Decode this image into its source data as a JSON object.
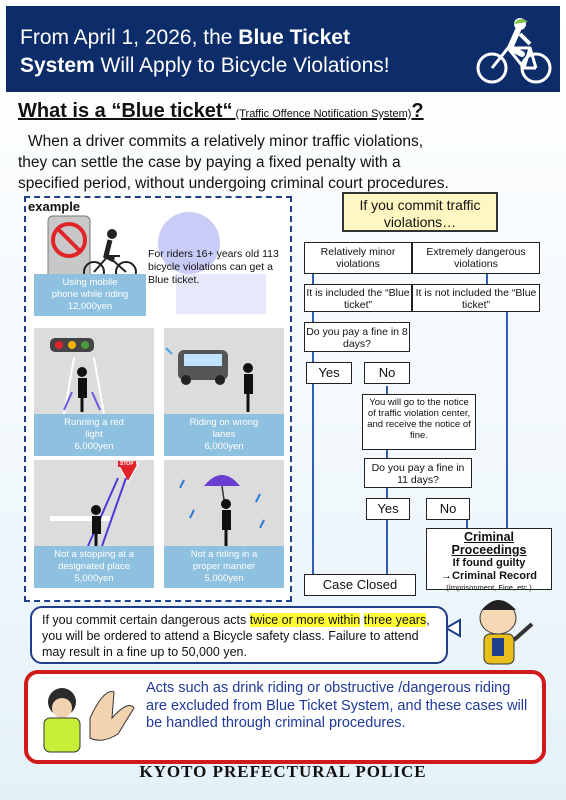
{
  "banner": {
    "line1_pre": "From  April  1, 2026, the ",
    "line1_bold": "Blue Ticket",
    "line2_bold": "System",
    "line2_post": " Will Apply to Bicycle Violations!"
  },
  "section_title": {
    "main": "What is a “Blue ticket“",
    "sub": " (Traffic Offence Notification System)",
    "mark": "?"
  },
  "intro": {
    "line1": "When a driver commits a relatively minor traffic violations,",
    "line2": "they can settle the case by paying a fixed penalty with a",
    "line3": "specified period, without undergoing criminal court procedures."
  },
  "example": {
    "label": "example",
    "note": "For riders 16+ years old 113 bicycle violations can get a Blue ticket.",
    "items": [
      {
        "line1": "Using mobile",
        "line2": "phone while riding",
        "fine": "12,000yen"
      },
      {
        "line1": "Running a red",
        "line2": "light",
        "fine": "6,000yen"
      },
      {
        "line1": "Riding on wrong",
        "line2": "lanes",
        "fine": "6,000yen"
      },
      {
        "line1": "Not a stopping at a",
        "line2": "designated place",
        "fine": "5,000yen"
      },
      {
        "line1": "Not a riding in a",
        "line2": "proper manner",
        "fine": "5,000yen"
      }
    ],
    "stop_sign": "STOP"
  },
  "flow": {
    "start": "If you commit traffic violations…",
    "minor": "Relatively minor violations",
    "dangerous": "Extremely dangerous violations",
    "included": "It is included the “Blue ticket”",
    "not_included": "It is not included the “Blue ticket”",
    "q1": "Do you pay a fine in 8 days?",
    "yes1": "Yes",
    "no1": "No",
    "center": "You will go to the notice of traffic violation center, and receive  the notice of fine.",
    "q2": "Do you pay a fine in 11 days?",
    "yes2": "Yes",
    "no2": "No",
    "criminal_title": "Criminal Proceedings",
    "criminal_line2": "If found guilty",
    "criminal_line3": "→Criminal Record",
    "criminal_line4": "(Imprisonment, Fine, etc.)",
    "closed": "Case Closed"
  },
  "notice": {
    "pre": "If you commit certain dangerous acts ",
    "highlight1": "twice or more within",
    "highlight2": "three years",
    "post": ", you will be ordered to attend a Bicycle safety class. Failure to attend may result in a fine up to 50,000 yen."
  },
  "warning": "Acts such as drink riding or obstructive /dangerous riding are excluded from Blue Ticket System, and these cases will be handled through criminal procedures.",
  "footer": "KYOTO PREFECTURAL POLICE",
  "colors": {
    "navy": "#0d2c6a",
    "caption_blue": "#8ec1df",
    "flow_line": "#2d5fb4",
    "highlight": "#ffff33",
    "warning_red": "#d11a1a"
  }
}
